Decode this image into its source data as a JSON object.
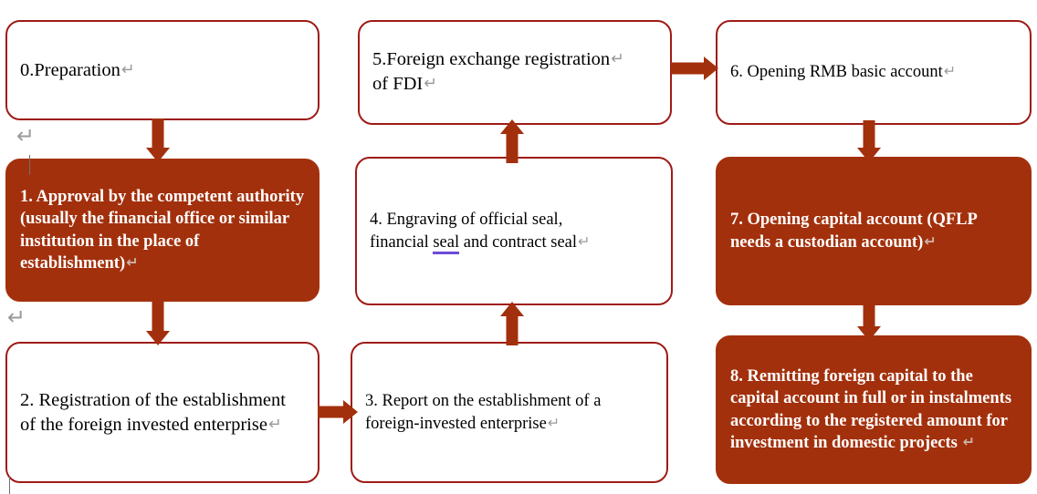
{
  "diagram": {
    "title": "Foreign invested enterprise establishment procedure flowchart",
    "colors": {
      "box_outline": "#9E1B16",
      "box_fill_highlight": "#A3300C",
      "arrow": "#A3300C",
      "text_dark": "#000000",
      "text_light": "#FFFFFF",
      "pilcrow": "#9b9b9b",
      "spellcheck_underline": "#6C4BD8"
    },
    "pilcrow_glyph": "↵",
    "nodes": [
      {
        "id": "node-0",
        "name": "step-0-preparation",
        "label": "0.Preparation",
        "style": "light",
        "trailing_mark": true
      },
      {
        "id": "node-1",
        "name": "step-1-approval",
        "label": "1.  Approval by the competent authority (usually the financial office or similar institution in the place of establishment)",
        "style": "filled",
        "trailing_mark": true
      },
      {
        "id": "node-2",
        "name": "step-2-registration",
        "label": "2. Registration of the establishment of the foreign invested enterprise",
        "style": "light",
        "trailing_mark": true
      },
      {
        "id": "node-3",
        "name": "step-3-report",
        "label": "3. Report on the establishment of a foreign-invested enterprise",
        "style": "light",
        "trailing_mark": true
      },
      {
        "id": "node-4",
        "name": "step-4-engraving-seals",
        "label_before": "4. Engraving of official seal,\nfinancial ",
        "label_underlined": "seal",
        "label_after": " and contract seal",
        "style": "light",
        "trailing_mark": true
      },
      {
        "id": "node-5",
        "name": "step-5-foreign-exchange-registration",
        "line1": "5.Foreign exchange registration",
        "line2": " of FDI",
        "style": "light",
        "trailing_mark": true
      },
      {
        "id": "node-6",
        "name": "step-6-opening-rmb-basic-account",
        "label": "6.  Opening RMB basic account",
        "style": "light",
        "trailing_mark": true
      },
      {
        "id": "node-7",
        "name": "step-7-opening-capital-account",
        "label": "7. Opening capital account (QFLP needs a custodian account)",
        "style": "filled",
        "trailing_mark": true
      },
      {
        "id": "node-8",
        "name": "step-8-remitting-foreign-capital",
        "label": "8. Remitting foreign capital to the capital account in full or in instalments according to the registered amount for investment in domestic projects ",
        "style": "filled",
        "trailing_mark": true
      }
    ],
    "connectors": [
      {
        "name": "arrow-0-to-1",
        "direction": "down"
      },
      {
        "name": "arrow-1-to-2",
        "direction": "down"
      },
      {
        "name": "arrow-2-to-3",
        "direction": "right"
      },
      {
        "name": "arrow-3-to-4",
        "direction": "up"
      },
      {
        "name": "arrow-4-to-5",
        "direction": "up"
      },
      {
        "name": "arrow-5-to-6",
        "direction": "right"
      },
      {
        "name": "arrow-6-to-7",
        "direction": "down"
      },
      {
        "name": "arrow-7-to-8",
        "direction": "down"
      }
    ],
    "margin_marks": [
      {
        "name": "margin-return-mark-top",
        "glyph": "↵"
      },
      {
        "name": "margin-return-mark-bottom",
        "glyph": "↵"
      }
    ]
  }
}
